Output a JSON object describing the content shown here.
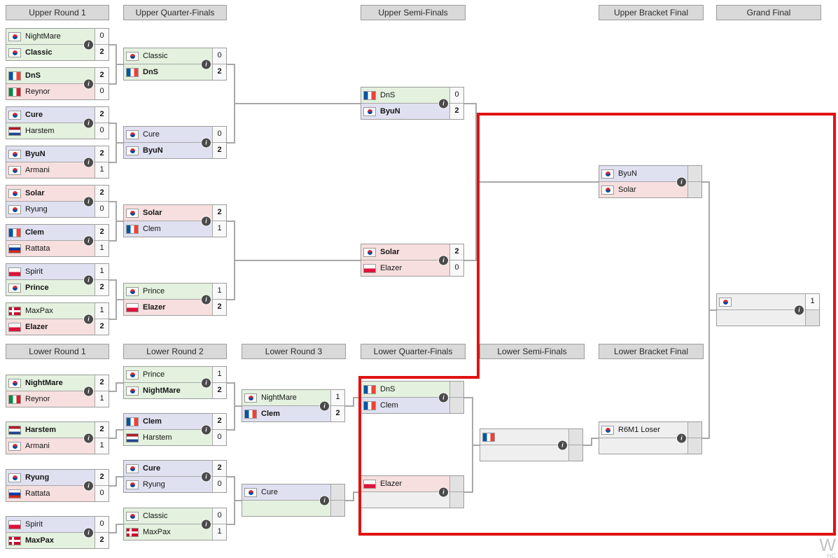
{
  "headers": {
    "upper": [
      "Upper Round 1",
      "Upper Quarter-Finals",
      "Upper Semi-Finals",
      "Upper Bracket Final",
      "Grand Final"
    ],
    "lower": [
      "Lower Round 1",
      "Lower Round 2",
      "Lower Round 3",
      "Lower Quarter-Finals",
      "Lower Semi-Finals",
      "Lower Bracket Final"
    ]
  },
  "race_colors": {
    "p": "#e3f1de",
    "t": "#dfe0f0",
    "z": "#f7dfdf",
    "none": "#efefef"
  },
  "annotation": {
    "color": "#e01212"
  },
  "watermark": {
    "main": "W",
    "sub": "HC"
  },
  "icons": {
    "info_glyph": "i"
  },
  "matches": [
    {
      "id": "u1m1",
      "players": [
        {
          "name": "NightMare",
          "flag": "kr",
          "race": "p",
          "score": "0",
          "winner": false
        },
        {
          "name": "Classic",
          "flag": "kr",
          "race": "p",
          "score": "2",
          "winner": true
        }
      ]
    },
    {
      "id": "u1m2",
      "players": [
        {
          "name": "DnS",
          "flag": "fr",
          "race": "p",
          "score": "2",
          "winner": true
        },
        {
          "name": "Reynor",
          "flag": "it",
          "race": "z",
          "score": "0",
          "winner": false
        }
      ]
    },
    {
      "id": "u1m3",
      "players": [
        {
          "name": "Cure",
          "flag": "kr",
          "race": "t",
          "score": "2",
          "winner": true
        },
        {
          "name": "Harstem",
          "flag": "nl",
          "race": "p",
          "score": "0",
          "winner": false
        }
      ]
    },
    {
      "id": "u1m4",
      "players": [
        {
          "name": "ByuN",
          "flag": "kr",
          "race": "t",
          "score": "2",
          "winner": true
        },
        {
          "name": "Armani",
          "flag": "kr",
          "race": "z",
          "score": "1",
          "winner": false
        }
      ]
    },
    {
      "id": "u1m5",
      "players": [
        {
          "name": "Solar",
          "flag": "kr",
          "race": "z",
          "score": "2",
          "winner": true
        },
        {
          "name": "Ryung",
          "flag": "kr",
          "race": "t",
          "score": "0",
          "winner": false
        }
      ]
    },
    {
      "id": "u1m6",
      "players": [
        {
          "name": "Clem",
          "flag": "fr",
          "race": "t",
          "score": "2",
          "winner": true
        },
        {
          "name": "Rattata",
          "flag": "ru",
          "race": "z",
          "score": "1",
          "winner": false
        }
      ]
    },
    {
      "id": "u1m7",
      "players": [
        {
          "name": "Spirit",
          "flag": "pl",
          "race": "t",
          "score": "1",
          "winner": false
        },
        {
          "name": "Prince",
          "flag": "kr",
          "race": "p",
          "score": "2",
          "winner": true
        }
      ]
    },
    {
      "id": "u1m8",
      "players": [
        {
          "name": "MaxPax",
          "flag": "dk",
          "race": "p",
          "score": "1",
          "winner": false
        },
        {
          "name": "Elazer",
          "flag": "pl",
          "race": "z",
          "score": "2",
          "winner": true
        }
      ]
    },
    {
      "id": "uqf1",
      "players": [
        {
          "name": "Classic",
          "flag": "kr",
          "race": "p",
          "score": "0",
          "winner": false
        },
        {
          "name": "DnS",
          "flag": "fr",
          "race": "p",
          "score": "2",
          "winner": true
        }
      ]
    },
    {
      "id": "uqf2",
      "players": [
        {
          "name": "Cure",
          "flag": "kr",
          "race": "t",
          "score": "0",
          "winner": false
        },
        {
          "name": "ByuN",
          "flag": "kr",
          "race": "t",
          "score": "2",
          "winner": true
        }
      ]
    },
    {
      "id": "uqf3",
      "players": [
        {
          "name": "Solar",
          "flag": "kr",
          "race": "z",
          "score": "2",
          "winner": true
        },
        {
          "name": "Clem",
          "flag": "fr",
          "race": "t",
          "score": "1",
          "winner": false
        }
      ]
    },
    {
      "id": "uqf4",
      "players": [
        {
          "name": "Prince",
          "flag": "kr",
          "race": "p",
          "score": "1",
          "winner": false
        },
        {
          "name": "Elazer",
          "flag": "pl",
          "race": "z",
          "score": "2",
          "winner": true
        }
      ]
    },
    {
      "id": "usf1",
      "players": [
        {
          "name": "DnS",
          "flag": "fr",
          "race": "p",
          "score": "0",
          "winner": false
        },
        {
          "name": "ByuN",
          "flag": "kr",
          "race": "t",
          "score": "2",
          "winner": true
        }
      ]
    },
    {
      "id": "usf2",
      "players": [
        {
          "name": "Solar",
          "flag": "kr",
          "race": "z",
          "score": "2",
          "winner": true
        },
        {
          "name": "Elazer",
          "flag": "pl",
          "race": "z",
          "score": "0",
          "winner": false
        }
      ]
    },
    {
      "id": "ubf",
      "players": [
        {
          "name": "ByuN",
          "flag": "kr",
          "race": "t",
          "score": "",
          "winner": false
        },
        {
          "name": "Solar",
          "flag": "kr",
          "race": "z",
          "score": "",
          "winner": false
        }
      ]
    },
    {
      "id": "gf",
      "players": [
        {
          "name": "",
          "flag": "kr",
          "race": null,
          "score": "1",
          "winner": false
        },
        {
          "name": "",
          "flag": null,
          "race": null,
          "score": "",
          "winner": false
        }
      ]
    },
    {
      "id": "l1m1",
      "players": [
        {
          "name": "NightMare",
          "flag": "kr",
          "race": "p",
          "score": "2",
          "winner": true
        },
        {
          "name": "Reynor",
          "flag": "it",
          "race": "z",
          "score": "1",
          "winner": false
        }
      ]
    },
    {
      "id": "l1m2",
      "players": [
        {
          "name": "Harstem",
          "flag": "nl",
          "race": "p",
          "score": "2",
          "winner": true
        },
        {
          "name": "Armani",
          "flag": "kr",
          "race": "z",
          "score": "1",
          "winner": false
        }
      ]
    },
    {
      "id": "l1m3",
      "players": [
        {
          "name": "Ryung",
          "flag": "kr",
          "race": "t",
          "score": "2",
          "winner": true
        },
        {
          "name": "Rattata",
          "flag": "ru",
          "race": "z",
          "score": "0",
          "winner": false
        }
      ]
    },
    {
      "id": "l1m4",
      "players": [
        {
          "name": "Spirit",
          "flag": "pl",
          "race": "t",
          "score": "0",
          "winner": false
        },
        {
          "name": "MaxPax",
          "flag": "dk",
          "race": "p",
          "score": "2",
          "winner": true
        }
      ]
    },
    {
      "id": "l2m1",
      "players": [
        {
          "name": "Prince",
          "flag": "kr",
          "race": "p",
          "score": "1",
          "winner": false
        },
        {
          "name": "NightMare",
          "flag": "kr",
          "race": "p",
          "score": "2",
          "winner": true
        }
      ]
    },
    {
      "id": "l2m2",
      "players": [
        {
          "name": "Clem",
          "flag": "fr",
          "race": "t",
          "score": "2",
          "winner": true
        },
        {
          "name": "Harstem",
          "flag": "nl",
          "race": "p",
          "score": "0",
          "winner": false
        }
      ]
    },
    {
      "id": "l2m3",
      "players": [
        {
          "name": "Cure",
          "flag": "kr",
          "race": "t",
          "score": "2",
          "winner": true
        },
        {
          "name": "Ryung",
          "flag": "kr",
          "race": "t",
          "score": "0",
          "winner": false
        }
      ]
    },
    {
      "id": "l2m4",
      "players": [
        {
          "name": "Classic",
          "flag": "kr",
          "race": "p",
          "score": "0",
          "winner": false
        },
        {
          "name": "MaxPax",
          "flag": "dk",
          "race": "p",
          "score": "1",
          "winner": false
        }
      ]
    },
    {
      "id": "l3m1",
      "players": [
        {
          "name": "NightMare",
          "flag": "kr",
          "race": "p",
          "score": "1",
          "winner": false
        },
        {
          "name": "Clem",
          "flag": "fr",
          "race": "t",
          "score": "2",
          "winner": true
        }
      ]
    },
    {
      "id": "l3m2",
      "players": [
        {
          "name": "Cure",
          "flag": "kr",
          "race": "t",
          "score": "",
          "winner": false
        },
        {
          "name": "",
          "flag": null,
          "race": "p",
          "score": "",
          "winner": false
        }
      ]
    },
    {
      "id": "lqf1",
      "players": [
        {
          "name": "DnS",
          "flag": "fr",
          "race": "p",
          "score": "",
          "winner": false
        },
        {
          "name": "Clem",
          "flag": "fr",
          "race": "t",
          "score": "",
          "winner": false
        }
      ]
    },
    {
      "id": "lqf2",
      "players": [
        {
          "name": "Elazer",
          "flag": "pl",
          "race": "z",
          "score": "",
          "winner": false
        },
        {
          "name": "",
          "flag": null,
          "race": null,
          "score": "",
          "winner": false
        }
      ]
    },
    {
      "id": "lsf",
      "players": [
        {
          "name": "",
          "flag": "fr",
          "race": null,
          "score": "",
          "winner": false
        },
        {
          "name": "",
          "flag": null,
          "race": null,
          "score": "",
          "winner": false
        }
      ]
    },
    {
      "id": "lbf",
      "players": [
        {
          "name": "R6M1 Loser",
          "flag": "kr",
          "race": null,
          "score": "",
          "winner": false
        },
        {
          "name": "",
          "flag": null,
          "race": null,
          "score": "",
          "winner": false
        }
      ]
    }
  ]
}
